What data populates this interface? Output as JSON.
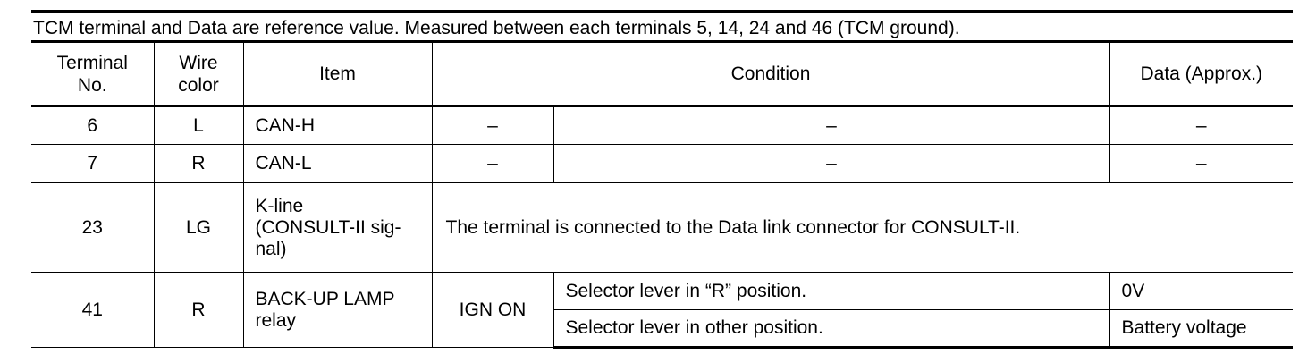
{
  "note": "TCM terminal and Data are reference value. Measured between each terminals 5, 14, 24 and 46 (TCM ground).",
  "headers": {
    "terminal_line1": "Terminal",
    "terminal_line2": "No.",
    "wire_line1": "Wire",
    "wire_line2": "color",
    "item": "Item",
    "condition": "Condition",
    "data": "Data (Approx.)"
  },
  "rows": [
    {
      "terminal": "6",
      "wire": "L",
      "item": "CAN-H",
      "condition_a": "–",
      "condition_b": "–",
      "data": "–"
    },
    {
      "terminal": "7",
      "wire": "R",
      "item": "CAN-L",
      "condition_a": "–",
      "condition_b": "–",
      "data": "–"
    },
    {
      "terminal": "23",
      "wire": "LG",
      "item_line1": "K-line",
      "item_line2": "(CONSULT-II sig-",
      "item_line3": "nal)",
      "condition": "The terminal is connected to the Data link connector for CONSULT-II."
    },
    {
      "terminal": "41",
      "wire": "R",
      "item_line1": "BACK-UP LAMP",
      "item_line2": "relay",
      "condition_a": "IGN ON",
      "sub": [
        {
          "condition": "Selector lever in “R” position.",
          "data": "0V"
        },
        {
          "condition": "Selector lever in other position.",
          "data": "Battery voltage"
        }
      ]
    }
  ]
}
